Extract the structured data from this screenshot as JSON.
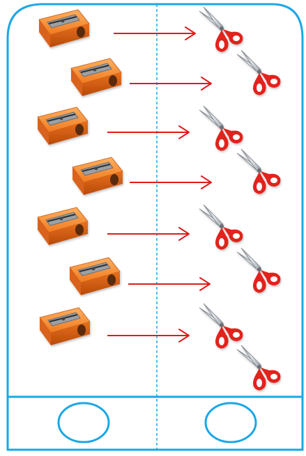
{
  "worksheet": {
    "left_column": {
      "items": [
        "sharpener",
        "sharpener",
        "sharpener",
        "sharpener",
        "sharpener",
        "sharpener",
        "sharpener"
      ],
      "count": 7,
      "icon": "pencil-sharpener-icon"
    },
    "right_column": {
      "items": [
        "scissors",
        "scissors",
        "scissors",
        "scissors",
        "scissors",
        "scissors",
        "scissors",
        "scissors"
      ],
      "count": 8,
      "icon": "scissors-icon"
    },
    "matches": {
      "arrow_count": 7,
      "icon": "arrow-right-icon"
    },
    "answer_boxes": {
      "left": "",
      "right": ""
    }
  },
  "colors": {
    "frame": "#1aa7e6",
    "divider": "#1aa7e6",
    "arrow": "#e01b1b",
    "sharpener_body": "#f07a20",
    "sharpener_dark": "#c4510c",
    "blade": "#7a7a7a",
    "scissors_handle": "#e2231a",
    "scissors_blade": "#b8bcc2"
  }
}
